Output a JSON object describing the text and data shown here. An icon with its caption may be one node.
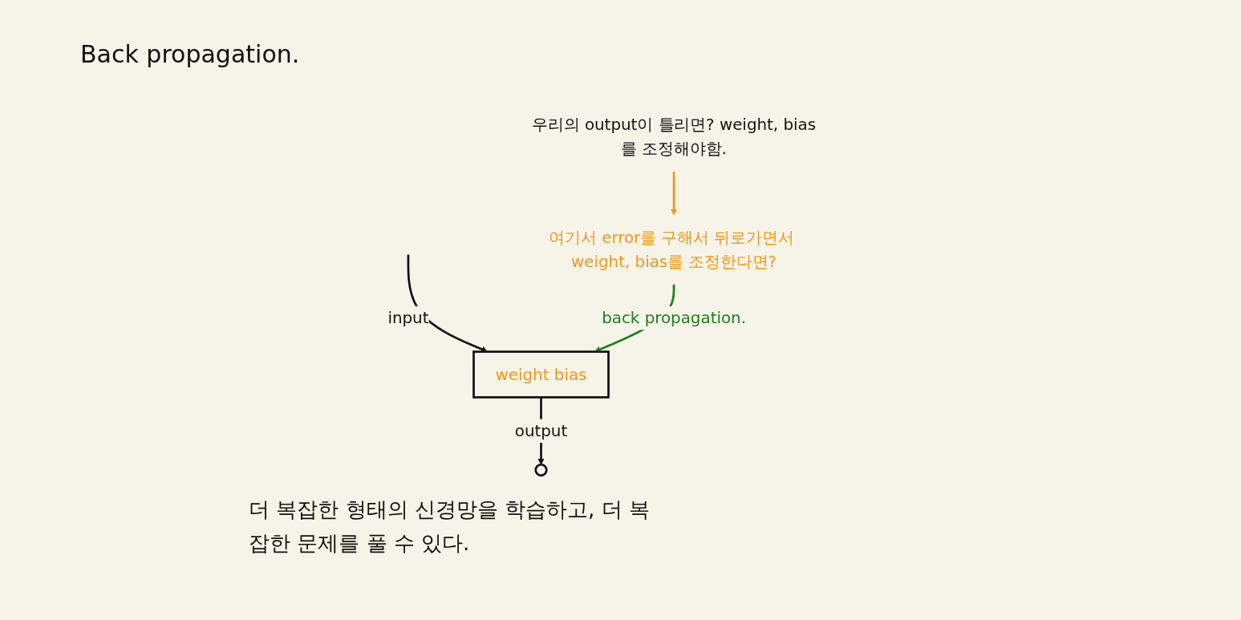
{
  "diagram": {
    "title": "Back propagation.",
    "nodes": [
      {
        "text": [
          "weight bias"
        ]
      },
      {
        "text": [],
        "shape": "circle"
      },
      {
        "text": [
          "우리의 output이 틀리면? weight, bias를 조정해야함."
        ]
      },
      {
        "text": [
          "여기서 error를 구해서 뒤로가면서 weight, bias를 조정한다면?"
        ]
      }
    ],
    "edges": [
      {
        "from": null,
        "to": 0,
        "arrow": "to",
        "label": "input"
      },
      {
        "from": 0,
        "to": 1,
        "arrow": "to",
        "label": "output"
      },
      {
        "from": 2,
        "to": 3,
        "arrow": "to",
        "color": "#f0961e"
      },
      {
        "from": 3,
        "to": 0,
        "arrow": "to",
        "label": "back propagation.",
        "color": "#1e7d1e"
      }
    ],
    "labels": [
      "더 복잡한 형태의 신경망을 학습하고, 더 복잡한 문제를 풀 수 있다."
    ]
  }
}
